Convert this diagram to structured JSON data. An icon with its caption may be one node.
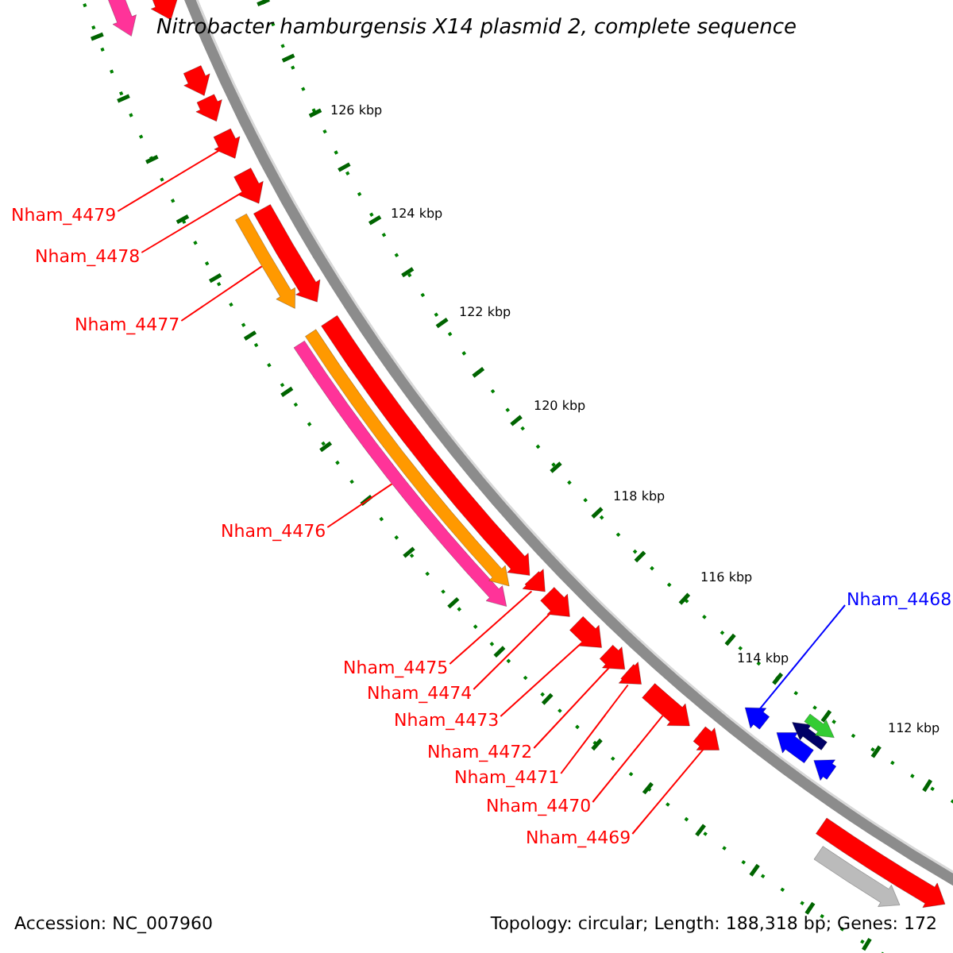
{
  "diagram": {
    "title": "Nitrobacter hamburgensis X14 plasmid 2, complete sequence",
    "nodes": [
      {
        "text": [
          "Nham_4479"
        ]
      },
      {
        "text": [
          "Nham_4478"
        ]
      },
      {
        "text": [
          "Nham_4477"
        ]
      },
      {
        "text": [
          "Nham_4476"
        ]
      },
      {
        "text": [
          "Nham_4475"
        ]
      },
      {
        "text": [
          "Nham_4474"
        ]
      },
      {
        "text": [
          "Nham_4473"
        ]
      },
      {
        "text": [
          "Nham_4472"
        ]
      },
      {
        "text": [
          "Nham_4471"
        ]
      },
      {
        "text": [
          "Nham_4470"
        ]
      },
      {
        "text": [
          "Nham_4469"
        ]
      },
      {
        "text": [
          "Nham_4468"
        ]
      },
      {
        "text": [],
        "shape": "arrow"
      },
      {
        "text": [],
        "shape": "arrow"
      },
      {
        "text": [],
        "shape": "arrow"
      },
      {
        "text": [],
        "shape": "arrow"
      },
      {
        "text": [],
        "shape": "arrow"
      },
      {
        "text": [],
        "shape": "arrow"
      },
      {
        "text": [],
        "shape": "arrow"
      },
      {
        "text": [],
        "shape": "arrow"
      },
      {
        "text": [],
        "shape": "arrow"
      },
      {
        "text": [],
        "shape": "arrow"
      },
      {
        "text": [],
        "shape": "arrow"
      },
      {
        "text": [],
        "shape": "arrow"
      },
      {
        "text": [],
        "shape": "arrow"
      },
      {
        "text": [],
        "shape": "arrow"
      },
      {
        "text": [],
        "shape": "arrow"
      },
      {
        "text": [],
        "shape": "arrow"
      },
      {
        "text": [],
        "shape": "arrow"
      },
      {
        "text": [],
        "shape": "arrow"
      },
      {
        "text": [],
        "shape": "arrow"
      },
      {
        "text": [],
        "shape": "arrow"
      },
      {
        "text": [],
        "shape": "arrow"
      },
      {
        "text": [],
        "shape": "arrow"
      },
      {
        "text": [],
        "shape": "arrow"
      },
      {
        "text": [],
        "shape": "arrow"
      },
      {
        "text": [],
        "shape": "arrow"
      }
    ],
    "edges": [
      {
        "from": 0,
        "to": 12,
        "arrow": "none"
      },
      {
        "from": 1,
        "to": 13,
        "arrow": "none"
      },
      {
        "from": 2,
        "to": 14,
        "arrow": "none"
      },
      {
        "from": 3,
        "to": 15,
        "arrow": "none"
      },
      {
        "from": 4,
        "to": 16,
        "arrow": "none"
      },
      {
        "from": 5,
        "to": 17,
        "arrow": "none"
      },
      {
        "from": 6,
        "to": 18,
        "arrow": "none"
      },
      {
        "from": 7,
        "to": 19,
        "arrow": "none"
      },
      {
        "from": 8,
        "to": 20,
        "arrow": "none"
      },
      {
        "from": 9,
        "to": 21,
        "arrow": "none"
      },
      {
        "from": 10,
        "to": 22,
        "arrow": "none"
      },
      {
        "from": 11,
        "to": 23,
        "arrow": "none",
        "color": "#0000ff"
      }
    ],
    "labels": [
      "126 kbp",
      "124 kbp",
      "122 kbp",
      "120 kbp",
      "118 kbp",
      "116 kbp",
      "114 kbp",
      "112 kbp",
      "Accession: NC_007960",
      "Topology: circular; Length: 188,318 bp; Genes: 172"
    ]
  }
}
